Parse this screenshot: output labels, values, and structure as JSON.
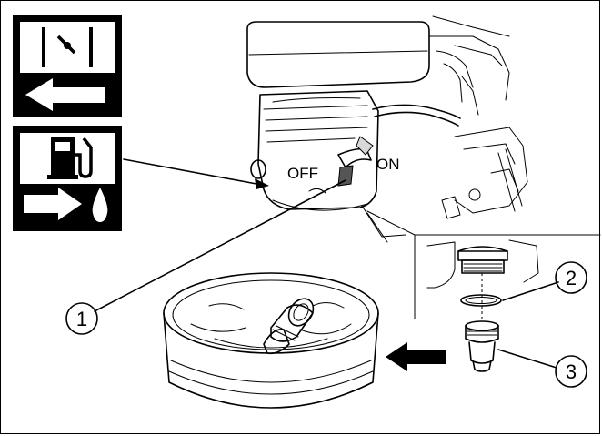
{
  "labels": {
    "off": "OFF",
    "on": "ON"
  },
  "callouts": [
    {
      "number": "1"
    },
    {
      "number": "2"
    },
    {
      "number": "3"
    }
  ],
  "icons": {
    "valve_closed": "fuel-valve-closed-icon",
    "arrow_left": "arrow-left-icon",
    "fuel_pump": "fuel-pump-icon",
    "arrow_right": "arrow-right-icon",
    "fuel_drop": "fuel-drop-icon"
  },
  "colors": {
    "ink": "#000000",
    "background": "#ffffff",
    "shade": "#d8d8d8",
    "dark_shade": "#555555"
  }
}
